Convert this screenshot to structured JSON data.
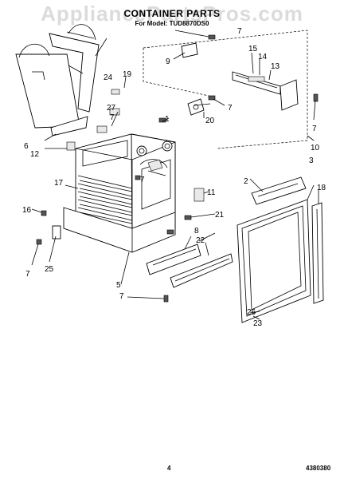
{
  "watermark": "AppliancePartsPros.com",
  "title": "CONTAINER PARTS",
  "subtitle": "For Model: TUD8870DS0",
  "page_number": "4",
  "document_number": "4380380",
  "callouts": {
    "c1": "1",
    "c2": "2",
    "c3": "3",
    "c5": "5",
    "c6": "6",
    "c7a": "7",
    "c7b": "7",
    "c7c": "7",
    "c7d": "7",
    "c7e": "7",
    "c7f": "7",
    "c7g": "7",
    "c8": "8",
    "c9": "9",
    "c10": "10",
    "c11": "11",
    "c12": "12",
    "c13": "13",
    "c14": "14",
    "c15": "15",
    "c16": "16",
    "c17": "17",
    "c18": "18",
    "c19": "19",
    "c20": "20",
    "c21": "21",
    "c22": "22",
    "c23": "23",
    "c24": "24",
    "c25": "25",
    "c26": "26",
    "c27": "27"
  }
}
